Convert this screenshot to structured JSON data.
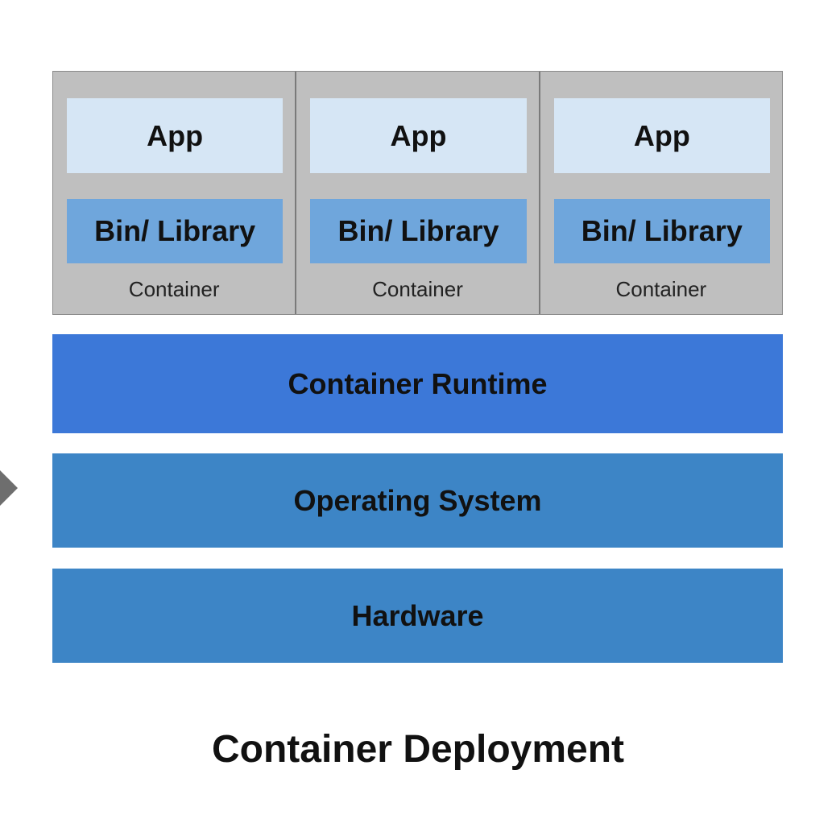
{
  "containers": [
    {
      "app": "App",
      "library": "Bin/ Library",
      "label": "Container"
    },
    {
      "app": "App",
      "library": "Bin/ Library",
      "label": "Container"
    },
    {
      "app": "App",
      "library": "Bin/ Library",
      "label": "Container"
    }
  ],
  "layers": {
    "runtime": "Container Runtime",
    "os": "Operating System",
    "hardware": "Hardware"
  },
  "caption": "Container Deployment",
  "colors": {
    "container_bg": "#bfbfbf",
    "app_bg": "#d6e6f5",
    "library_bg": "#6fa6dc",
    "runtime_bg": "#3c78d8",
    "os_bg": "#3d85c6",
    "hardware_bg": "#3d85c6"
  }
}
